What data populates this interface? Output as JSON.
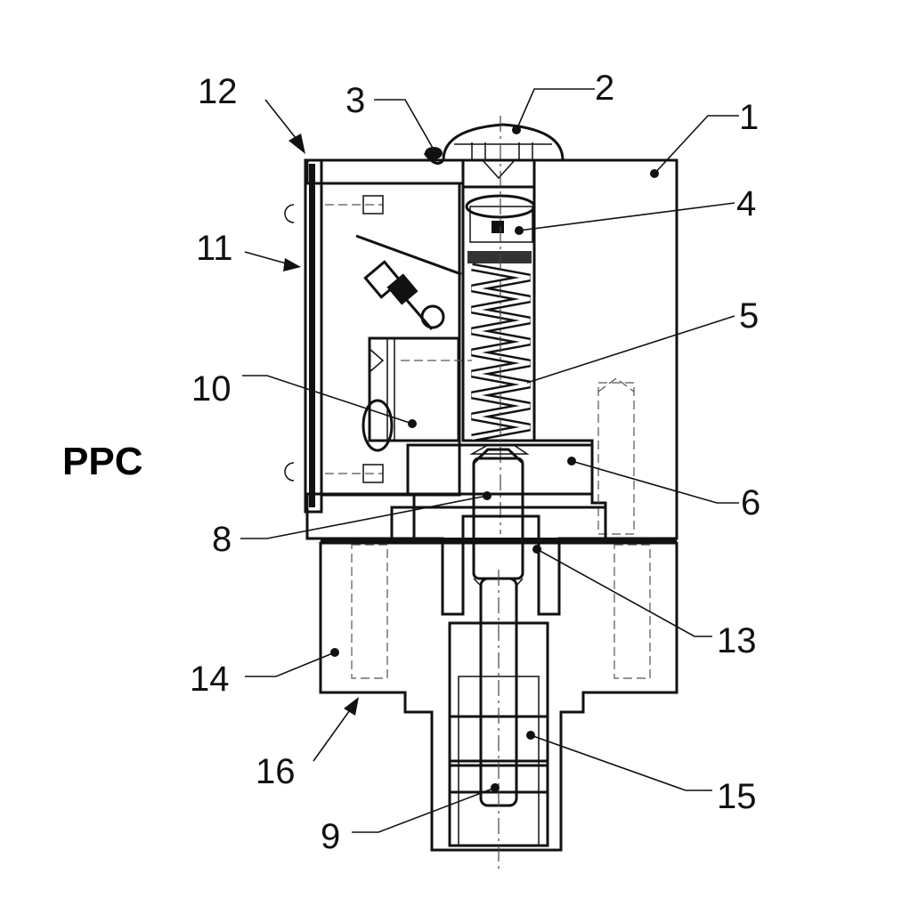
{
  "title": "PPC",
  "callouts": {
    "c1": "1",
    "c2": "2",
    "c3": "3",
    "c4": "4",
    "c5": "5",
    "c6": "6",
    "c8": "8",
    "c9": "9",
    "c10": "10",
    "c11": "11",
    "c12": "12",
    "c13": "13",
    "c14": "14",
    "c15": "15",
    "c16": "16"
  },
  "colors": {
    "ink": "#111111",
    "background": "#ffffff"
  }
}
